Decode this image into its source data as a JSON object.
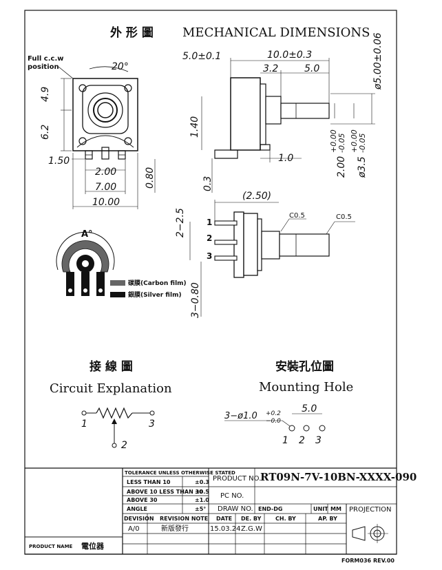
{
  "header": {
    "title_cn": "外 形 圖",
    "title_en": "MECHANICAL DIMENSIONS"
  },
  "front_view": {
    "note_line1": "Full c.c.w",
    "note_line2": "position",
    "angle": "20°",
    "dim_4_9": "4.9",
    "dim_6_2": "6.2",
    "dim_1_50": "1.50",
    "dim_2_00": "2.00",
    "dim_7_00": "7.00",
    "dim_10_00": "10.00",
    "dim_0_80": "0.80"
  },
  "side_view": {
    "dim_5_0": "5.0±0.1",
    "dim_10_0": "10.0±0.3",
    "dim_3_2": "3.2",
    "dim_5_0b": "5.0",
    "dim_dia5": "ø5.00±0.06",
    "dim_1_40": "1.40",
    "dim_0_3": "0.3",
    "dim_1_0": "1.0",
    "dim_2_00": "2.00",
    "dim_2_00_tol_up": "+0.00",
    "dim_2_00_tol_dn": "-0.05",
    "dim_dia3_5": "ø3.5",
    "dim_dia3_5_tol_up": "+0.00",
    "dim_dia3_5_tol_dn": "-0.05"
  },
  "top_view": {
    "dim_2_50": "(2.50)",
    "dim_2_2_5": "2−2.5",
    "dim_3_0_80": "3−0.80",
    "chamfer1": "C0.5",
    "chamfer2": "C0.5",
    "pin1": "1",
    "pin2": "2",
    "pin3": "3"
  },
  "resistor_layout": {
    "angle_label": "A°",
    "legend_carbon": "碳膜(Carbon film)",
    "legend_silver": "銀膜(Silver film)"
  },
  "circuit": {
    "title_cn": "接 線 圖",
    "title_en": "Circuit Explanation",
    "pin1": "1",
    "pin2": "2",
    "pin3": "3"
  },
  "mounting": {
    "title_cn": "安裝孔位圖",
    "title_en": "Mounting Hole",
    "hole_spec": "3−ø1.0",
    "hole_tol_up": "+0.2",
    "hole_tol_dn": "−0.0",
    "pitch": "5.0",
    "pin1": "1",
    "pin2": "2",
    "pin3": "3"
  },
  "title_block": {
    "tol_header": "TOLERANCE UNLESS OTHERWISE STATED",
    "tol_rows": [
      {
        "label": "LESS THAN   10",
        "value": "±0.3"
      },
      {
        "label": "ABOVE 10 LESS THAN 30",
        "value": "±0.5"
      },
      {
        "label": "ABOVE   30",
        "value": "±1.0"
      },
      {
        "label": "ANGLE",
        "value": "±5°"
      }
    ],
    "product_no_label": "PRODUCT NO.",
    "product_no_value": "RT09N-7V-10BN-XXXX-090",
    "pc_no_label": "PC NO.",
    "draw_no_label": "DRAW NO.",
    "draw_no_value": "END-DG",
    "unit_label": "UNIT",
    "unit_value": "MM",
    "projection_label": "PROJECTION",
    "revision_label": "DEVISION",
    "revision_note_label": "REVISION NOTE",
    "date_label": "DATE",
    "de_by_label": "DE. BY",
    "ch_by_label": "CH. BY",
    "ap_by_label": "AP. BY",
    "revision_value": "A/0",
    "revision_note_value": "新版發行",
    "date_value": "15.03.24",
    "de_by_value": "Z.G.W",
    "product_name_label": "PRODUCT NAME",
    "product_name_value": "電位器",
    "form_no": "FORM036",
    "rev": "REV.00"
  }
}
